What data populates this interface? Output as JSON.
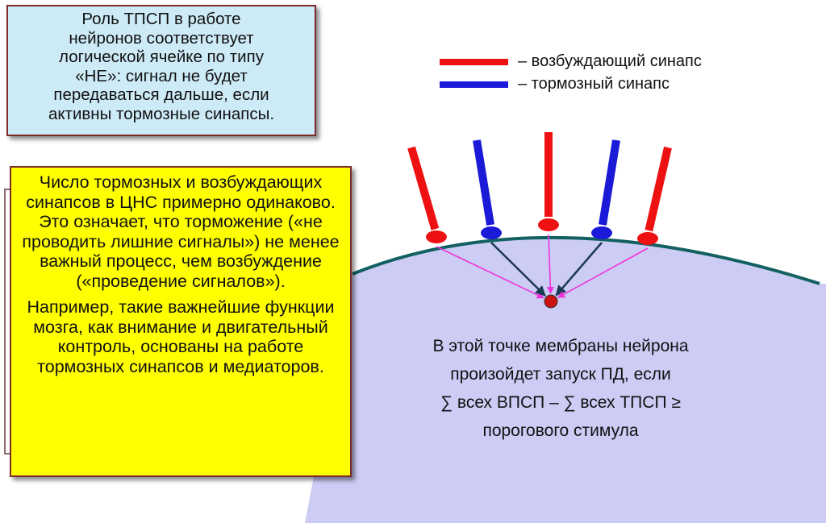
{
  "top_box": {
    "lines": [
      "Роль ТПСП в работе",
      "нейронов соответствует",
      "логической ячейке по типу",
      "«НЕ»: сигнал не будет",
      "передаваться дальше, если",
      "активны тормозные синапсы."
    ]
  },
  "main_box": {
    "paragraph1": "Число тормозных и возбуждающих синапсов в ЦНС примерно одинаково. Это означает, что торможение («не проводить лишние сигналы») не менее важный процесс, чем возбуждение («проведение сигналов»).",
    "paragraph2": "Например, такие важнейшие функции мозга, как внимание и двигательный контроль, основаны на работе тормозных синапсов и медиаторов."
  },
  "legend": {
    "excitatory_label": "– возбуждающий синапс",
    "inhibitory_label": "– тормозный синапс"
  },
  "colors": {
    "excitatory": "#ee1111",
    "inhibitory": "#1a1ad8",
    "neuron_fill": "#ccccf5",
    "membrane": "#136060",
    "current_arrow": "#ee33dd",
    "inhibitory_current_arrow": "#1c3a55",
    "trigger_point": "#cc1111"
  },
  "synapse_sequence": [
    "excitatory",
    "inhibitory",
    "excitatory",
    "inhibitory",
    "excitatory"
  ],
  "center_text": {
    "line1": "В этой точке мембраны нейрона",
    "line2": "произойдет запуск ПД, если",
    "line3": "∑ всех  ВПСП – ∑ всех ТПСП ≥",
    "line4": "порогового стимула"
  }
}
